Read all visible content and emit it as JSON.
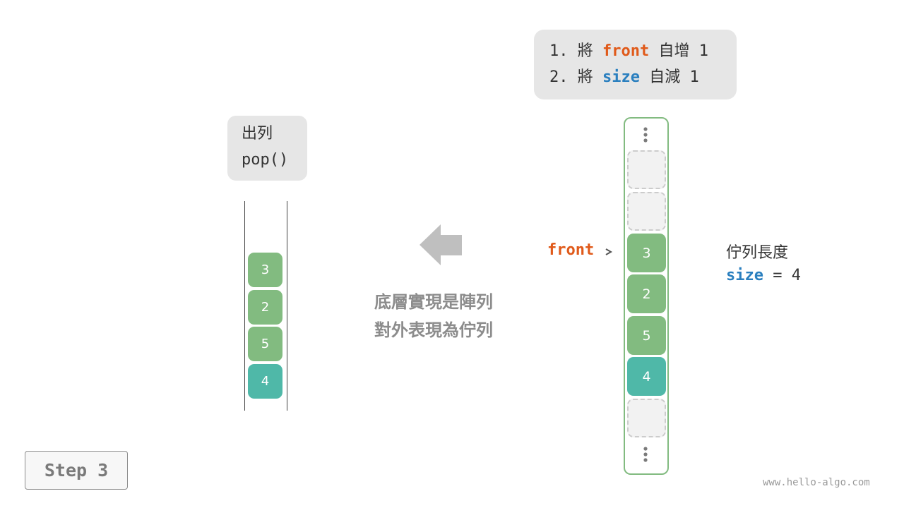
{
  "instructions": {
    "line1": {
      "prefix": "1. 將 ",
      "keyword": "front",
      "suffix": " 自增 1"
    },
    "line2": {
      "prefix": "2. 將 ",
      "keyword": "size",
      "suffix": " 自減 1"
    }
  },
  "operation": {
    "name": "出列",
    "code": "pop()"
  },
  "stack_items": [
    "3",
    "2",
    "5",
    "4"
  ],
  "caption": {
    "line1": "底層實現是陣列",
    "line2": "對外表現為佇列"
  },
  "array": {
    "cells": [
      "",
      "",
      "3",
      "2",
      "5",
      "4",
      ""
    ],
    "front_label": "front"
  },
  "size_info": {
    "title": "佇列長度",
    "var": "size",
    "eq": " = ",
    "value": "4"
  },
  "step_label": "Step 3",
  "watermark": "www.hello-algo.com",
  "colors": {
    "front": "#e05a1a",
    "size": "#2a7fbf",
    "cell_green": "#82bb80",
    "cell_teal": "#4fb8a8",
    "arrow": "#bfbfbf"
  }
}
